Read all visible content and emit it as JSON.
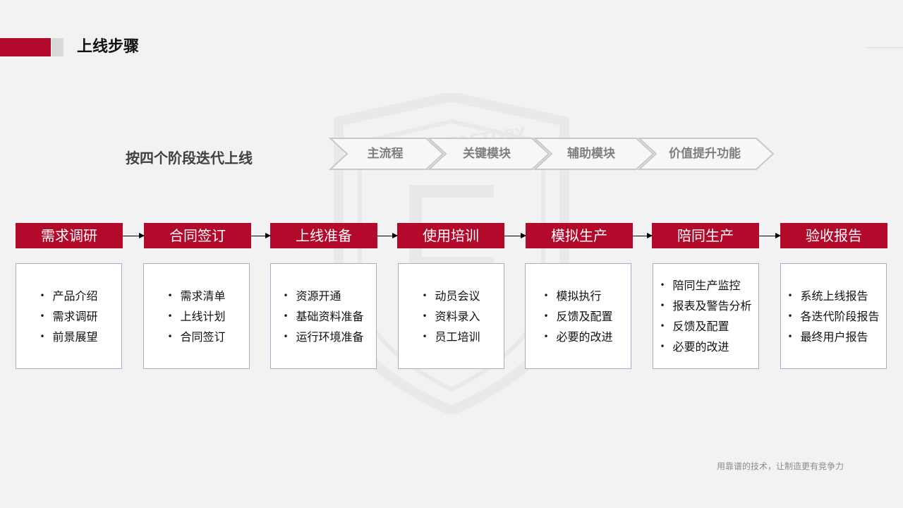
{
  "page": {
    "title": "上线步骤",
    "accent_color": "#b3092a"
  },
  "intro": {
    "subtitle": "按四个阶段迭代上线"
  },
  "phases": [
    "主流程",
    "关键模块",
    "辅助模块",
    "价值提升功能"
  ],
  "steps": [
    {
      "title": "需求调研",
      "items": [
        "产品介绍",
        "需求调研",
        "前景展望"
      ]
    },
    {
      "title": "合同签订",
      "items": [
        "需求清单",
        "上线计划",
        "合同签订"
      ]
    },
    {
      "title": "上线准备",
      "items": [
        "资源开通",
        "基础资料准备",
        "运行环境准备"
      ]
    },
    {
      "title": "使用培训",
      "items": [
        "动员会议",
        "资料录入",
        "员工培训"
      ]
    },
    {
      "title": "模拟生产",
      "items": [
        "模拟执行",
        "反馈及配置",
        "必要的改进"
      ]
    },
    {
      "title": "陪同生产",
      "items": [
        "陪同生产监控",
        "报表及警告分析",
        "反馈及配置",
        "必要的改进"
      ]
    },
    {
      "title": "验收报告",
      "items": [
        "系统上线报告",
        "各迭代阶段报告",
        "最终用户报告"
      ]
    }
  ],
  "watermark": {
    "text": "DIGITAL FACTORY"
  },
  "footer": {
    "slogan": "用靠谱的技术，让制造更有竞争力"
  }
}
